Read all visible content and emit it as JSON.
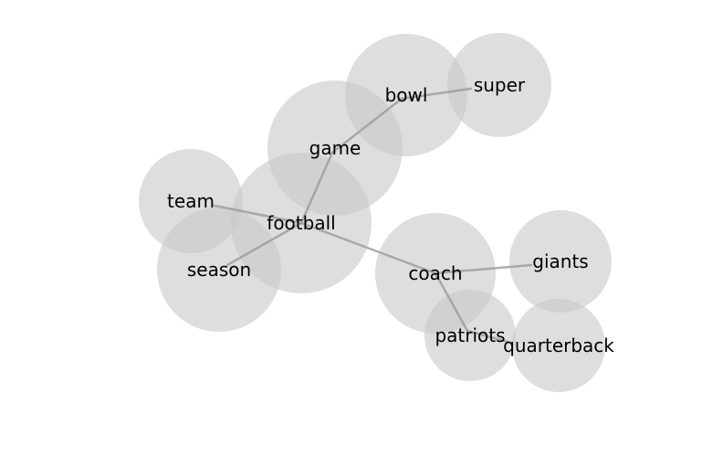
{
  "graph": {
    "nodes": [
      {
        "id": "football",
        "label": "football"
      },
      {
        "id": "game",
        "label": "game"
      },
      {
        "id": "bowl",
        "label": "bowl"
      },
      {
        "id": "super",
        "label": "super"
      },
      {
        "id": "team",
        "label": "team"
      },
      {
        "id": "season",
        "label": "season"
      },
      {
        "id": "coach",
        "label": "coach"
      },
      {
        "id": "giants",
        "label": "giants"
      },
      {
        "id": "patriots",
        "label": "patriots"
      },
      {
        "id": "quarterback",
        "label": "quarterback"
      }
    ],
    "edges": [
      {
        "source": "football",
        "target": "game"
      },
      {
        "source": "game",
        "target": "bowl"
      },
      {
        "source": "bowl",
        "target": "super"
      },
      {
        "source": "football",
        "target": "team"
      },
      {
        "source": "football",
        "target": "season"
      },
      {
        "source": "football",
        "target": "coach"
      },
      {
        "source": "coach",
        "target": "giants"
      },
      {
        "source": "coach",
        "target": "patriots"
      },
      {
        "source": "patriots",
        "target": "quarterback"
      }
    ]
  }
}
